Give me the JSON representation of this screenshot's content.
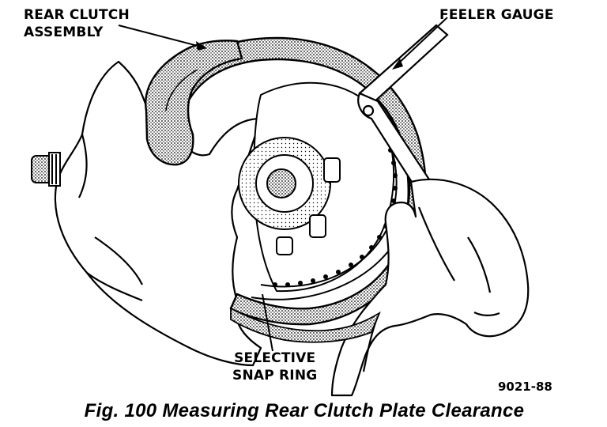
{
  "labels": {
    "rear_clutch_line1": "REAR CLUTCH",
    "rear_clutch_line2": "ASSEMBLY",
    "feeler_gauge": "FEELER GAUGE",
    "snap_ring_line1": "SELECTIVE",
    "snap_ring_line2": "SNAP RING"
  },
  "figure_code": "9021-88",
  "caption": "Fig. 100 Measuring Rear Clutch Plate Clearance",
  "colors": {
    "ink": "#000000",
    "paper": "#ffffff",
    "shade": "#8a8a8a"
  }
}
